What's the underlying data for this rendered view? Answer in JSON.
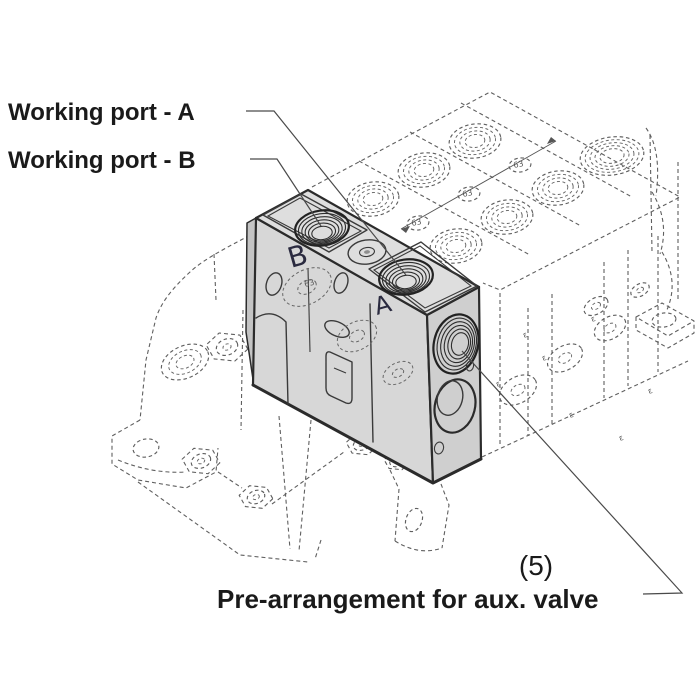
{
  "diagram": {
    "type": "technical-illustration",
    "subject": "valve-section isometric detail with hidden assembly",
    "labels": {
      "working_port_a": "Working port - A",
      "working_port_b": "Working port - B",
      "ref_number": "(5)",
      "aux_valve": "Pre-arrangement for aux. valve"
    },
    "engravings": {
      "port_b_letter": "B",
      "port_a_letter": "A"
    },
    "decorations": {
      "plug_mark": "63",
      "thread_mark": "ε"
    },
    "colors": {
      "background": "#ffffff",
      "line": "#2b2b2b",
      "dashed_line": "#5f5f5f",
      "leader_line": "#4a4a4a",
      "block_fill": "#d7d7d7",
      "block_top_fill": "#dedede",
      "block_side_fill": "#cfcfcf",
      "label_text": "#1a1a1a",
      "engraving_text": "#2a2a3f"
    }
  }
}
